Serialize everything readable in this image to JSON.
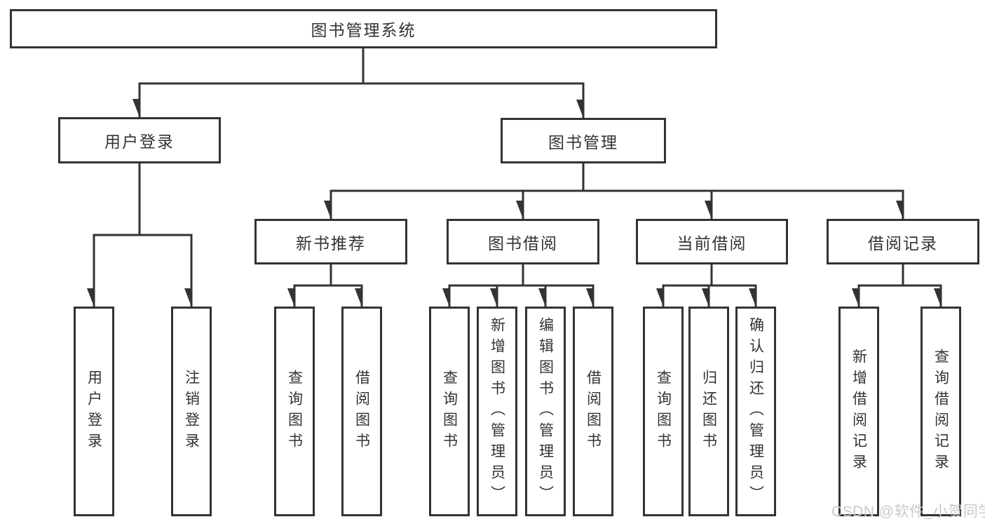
{
  "diagram": {
    "root": "图书管理系统",
    "branches": [
      {
        "label": "用户登录",
        "children": [
          "用户登录",
          "注销登录"
        ]
      },
      {
        "label": "图书管理",
        "groups": [
          {
            "label": "新书推荐",
            "children": [
              "查询图书",
              "借阅图书"
            ]
          },
          {
            "label": "图书借阅",
            "children": [
              "查询图书",
              "新增图书（管理员）",
              "编辑图书（管理员）",
              "借阅图书"
            ]
          },
          {
            "label": "当前借阅",
            "children": [
              "查询图书",
              "归还图书",
              "确认归还（管理员）"
            ]
          },
          {
            "label": "借阅记录",
            "children": [
              "新增借阅记录",
              "查询借阅记录"
            ]
          }
        ]
      }
    ]
  },
  "watermark": "CSDN @软件_小贺同学",
  "colors": {
    "line": "#333333",
    "text": "#333333",
    "box_background": "#ffffff",
    "watermark": "#c9c9c9",
    "page_background": "#ffffff"
  }
}
